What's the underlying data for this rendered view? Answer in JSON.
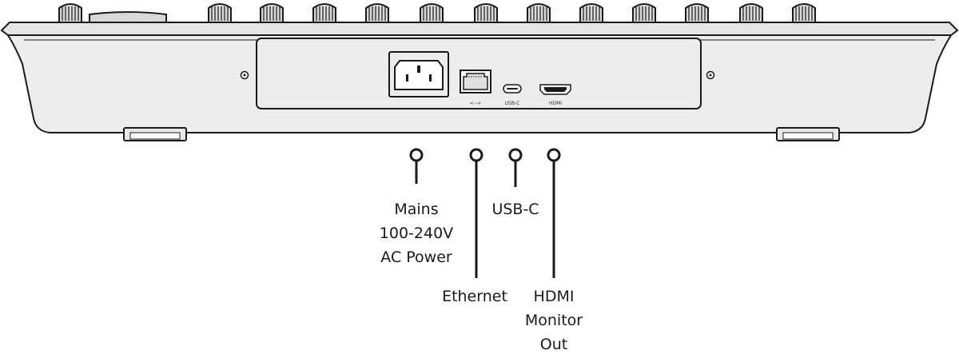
{
  "port_markings": {
    "ethernet": "<-->",
    "usb_c": "USB-C",
    "hdmi": "HDMI"
  },
  "callouts": {
    "mains": [
      "Mains",
      "100-240V",
      "AC Power"
    ],
    "ethernet": [
      "Ethernet"
    ],
    "usb_c": [
      "USB-C"
    ],
    "hdmi": [
      "HDMI",
      "Monitor",
      "Out"
    ]
  },
  "colors": {
    "panel_fill": "#ededed",
    "outline": "#1a1a1a",
    "knob_fill": "#d9d9d9",
    "background": "#ffffff"
  },
  "icons": [
    "knob-icon",
    "screw-icon",
    "power-socket-icon",
    "ethernet-port-icon",
    "usb-c-port-icon",
    "hdmi-port-icon"
  ]
}
